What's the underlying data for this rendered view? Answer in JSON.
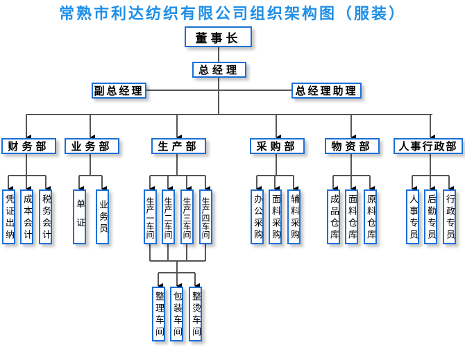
{
  "title": "常熟市利达纺织有限公司组织架构图（服装）",
  "colors": {
    "title": "#1e8fe8",
    "box_border": "#1a6fd8",
    "line": "#555555"
  },
  "top": {
    "chairman": "董事长",
    "general_manager": "总经理",
    "deputy_gm": "副总经理",
    "gm_assistant": "总经理助理"
  },
  "departments": [
    {
      "name": "财务部",
      "units": [
        "凭证出纳",
        "成本会计",
        "税务会计"
      ]
    },
    {
      "name": "业务部",
      "units": [
        "单证",
        "业务员"
      ]
    },
    {
      "name": "生产部",
      "units": [
        "生产一车间",
        "生产二车间",
        "生产三车间",
        "生产四车间"
      ]
    },
    {
      "name": "采购部",
      "units": [
        "办公采购",
        "面料采购",
        "辅料采购"
      ]
    },
    {
      "name": "物资部",
      "units": [
        "成品仓库",
        "面料仓库",
        "原料仓库"
      ]
    },
    {
      "name": "人事行政部",
      "units": [
        "人事专员",
        "后勤专员",
        "行政专员"
      ]
    }
  ],
  "finishing": [
    "整理车间",
    "包装车间",
    "整烫车间"
  ]
}
